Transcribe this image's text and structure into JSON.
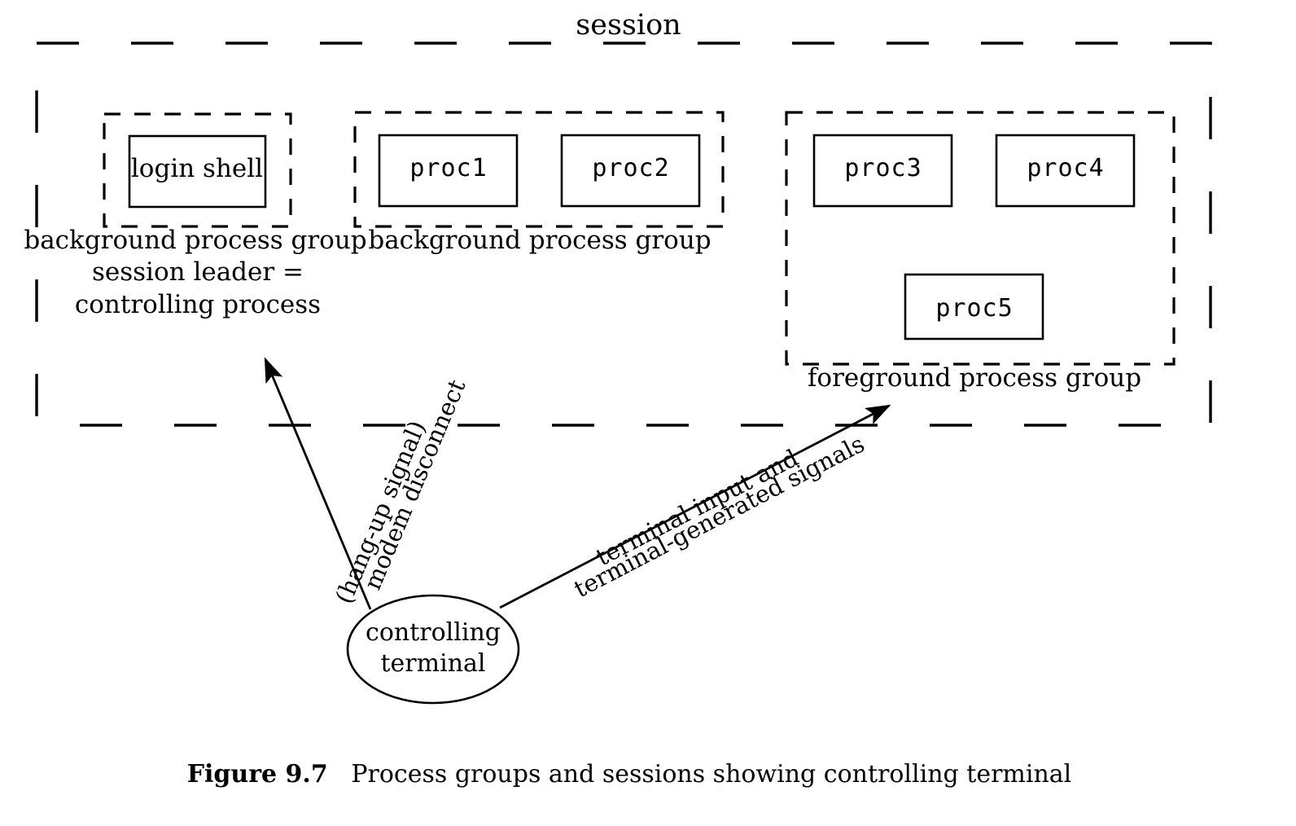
{
  "figure": {
    "caption_label": "Figure 9.7",
    "caption_text": "Process groups and sessions showing controlling terminal"
  },
  "diagram": {
    "type": "unix-process-group-session-diagram",
    "session": {
      "title": "session",
      "border_style": "dashed",
      "color": "#000000"
    },
    "groups": [
      {
        "id": "left-background-group",
        "label": "background process group",
        "sublabel_line1": "session leader =",
        "sublabel_line2": "controlling process",
        "border_style": "dashed",
        "processes": [
          {
            "id": "login-shell",
            "label": "login shell",
            "font": "serif"
          }
        ]
      },
      {
        "id": "middle-background-group",
        "label": "background process group",
        "border_style": "dashed",
        "processes": [
          {
            "id": "proc1",
            "label": "proc1",
            "font": "mono"
          },
          {
            "id": "proc2",
            "label": "proc2",
            "font": "mono"
          }
        ]
      },
      {
        "id": "foreground-group",
        "label": "foreground process group",
        "border_style": "dashed",
        "processes": [
          {
            "id": "proc3",
            "label": "proc3",
            "font": "mono"
          },
          {
            "id": "proc4",
            "label": "proc4",
            "font": "mono"
          },
          {
            "id": "proc5",
            "label": "proc5",
            "font": "mono"
          }
        ]
      }
    ],
    "terminal": {
      "id": "controlling-terminal",
      "label_line1": "controlling",
      "label_line2": "terminal",
      "shape": "ellipse"
    },
    "arrows": [
      {
        "id": "hangup-arrow",
        "from": "controlling-terminal",
        "to": "session-leader",
        "label_line1": "modem disconnect",
        "label_line2": "(hang-up signal)"
      },
      {
        "id": "terminal-input-arrow",
        "from": "controlling-terminal",
        "to": "foreground-process-group",
        "label_line1": "terminal input and",
        "label_line2": "terminal-generated signals"
      }
    ]
  }
}
